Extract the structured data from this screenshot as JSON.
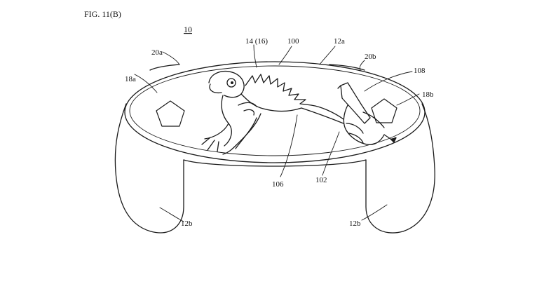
{
  "figure": {
    "title": "FIG. 11(B)",
    "ref_main": "10"
  },
  "labels": {
    "screen": "14 (16)",
    "top_edge": "100",
    "housing_top": "12a",
    "button_left": "20a",
    "button_right": "20b",
    "pointer": "108",
    "pad_left": "18a",
    "pad_right": "18b",
    "image": "106",
    "hand": "102",
    "grip_left": "12b",
    "grip_right": "12b"
  }
}
